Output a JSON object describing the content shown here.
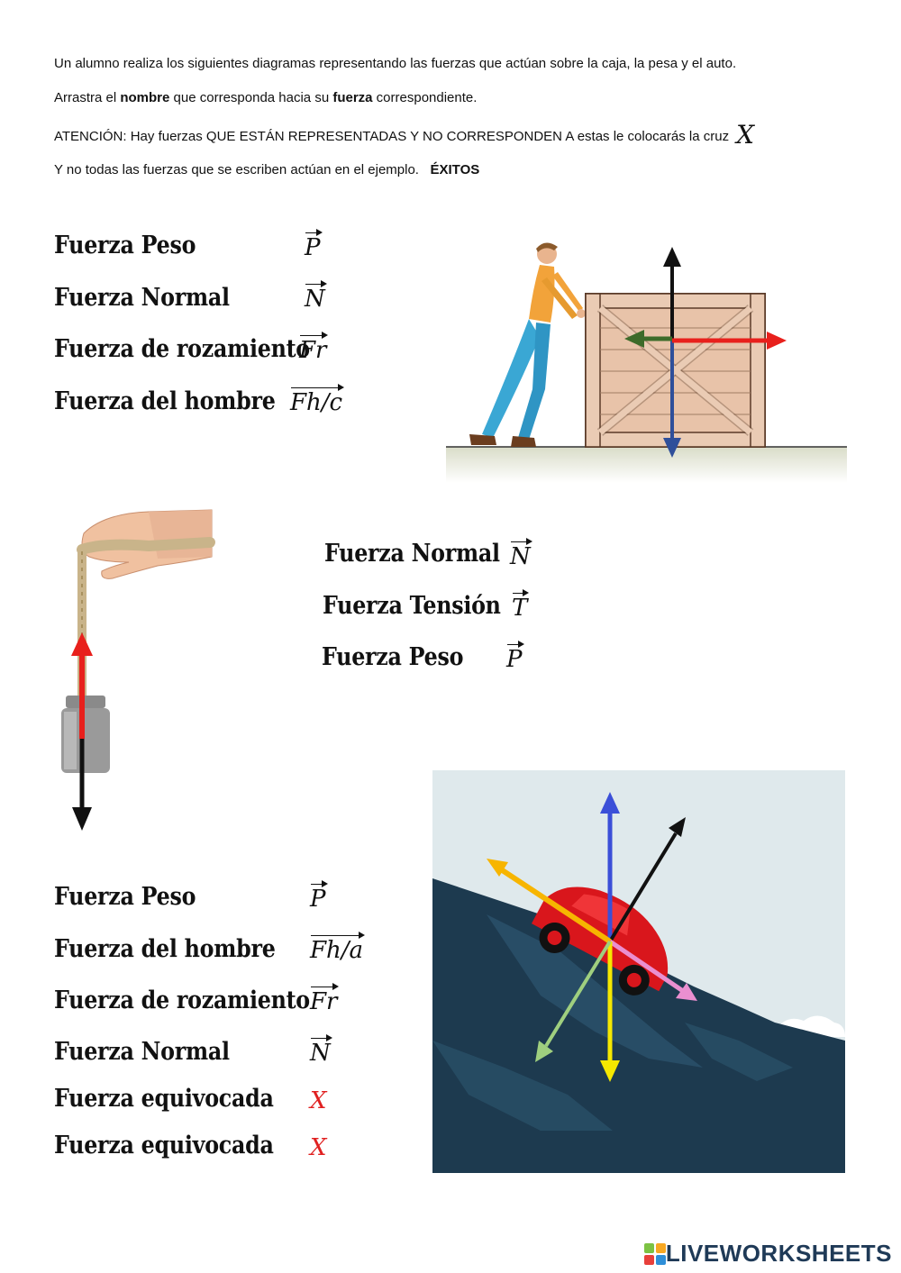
{
  "instructions": {
    "line1": "Un alumno realiza los siguientes diagramas representando las fuerzas que actúan sobre la caja, la pesa y el auto.",
    "line2_pre": "Arrastra el ",
    "line2_bold1": "nombre",
    "line2_mid": " que corresponda hacia su ",
    "line2_bold2": "fuerza",
    "line2_post": " correspondiente.",
    "line3": "ATENCIÓN: Hay fuerzas QUE ESTÁN REPRESENTADAS Y NO CORRESPONDEN A estas le colocarás la cruz",
    "line3_symbol": "X",
    "line4": "Y no todas las fuerzas que se escriben actúan en el ejemplo.",
    "line4_bold": "ÉXITOS"
  },
  "box_section": {
    "labels": [
      "Fuerza Peso",
      "Fuerza Normal",
      "Fuerza de rozamiento",
      "Fuerza del hombre"
    ],
    "symbols": [
      "P",
      "N",
      "Fr",
      "Fh/c"
    ],
    "arrow_colors": {
      "up": "#111111",
      "down": "#2f4f9a",
      "left": "#3d6b2a",
      "right": "#e8201c"
    }
  },
  "weight_section": {
    "labels": [
      "Fuerza Normal",
      "Fuerza Tensión",
      "Fuerza Peso"
    ],
    "symbols": [
      "N",
      "T",
      "P"
    ],
    "arrow_colors": {
      "up": "#e8201c",
      "down": "#111111"
    }
  },
  "car_section": {
    "labels": [
      "Fuerza Peso",
      "Fuerza del hombre",
      "Fuerza de rozamiento",
      "Fuerza Normal",
      "Fuerza equivocada",
      "Fuerza equivocada"
    ],
    "symbols": [
      "P",
      "Fh/a",
      "Fr",
      "N",
      "X",
      "X"
    ],
    "arrow_colors": [
      "#3b4fd8",
      "#111111",
      "#f7b500",
      "#ea8fd0",
      "#f5e800",
      "#9fcf7f"
    ]
  },
  "brand": {
    "name": "LIVEWORKSHEETS",
    "color": "#1f3a57"
  }
}
